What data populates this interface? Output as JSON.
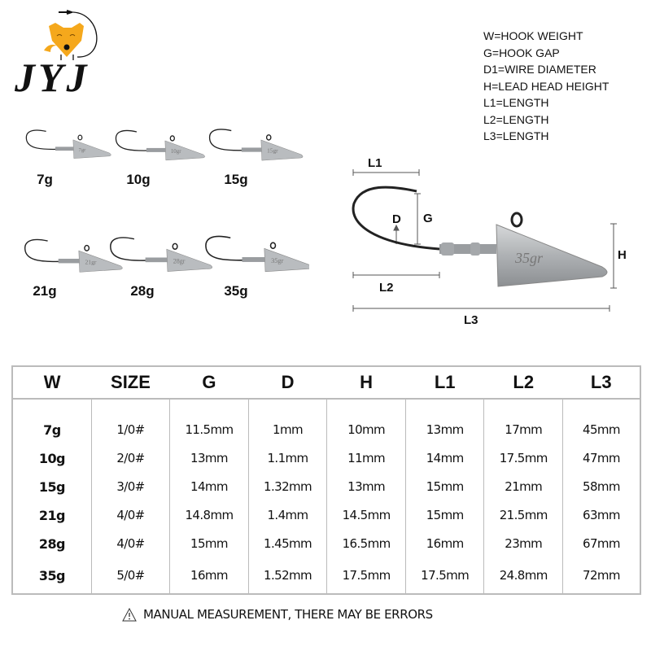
{
  "brand": {
    "logo_text": "JYJ"
  },
  "legend": [
    "W=HOOK WEIGHT",
    "G=HOOK GAP",
    "D1=WIRE DIAMETER",
    "H=LEAD HEAD HEIGHT",
    "L1=LENGTH",
    "L2=LENGTH",
    "L3=LENGTH"
  ],
  "products": [
    {
      "weight": "7g",
      "stamp": "7gr"
    },
    {
      "weight": "10g",
      "stamp": "10gr"
    },
    {
      "weight": "15g",
      "stamp": "15gr"
    },
    {
      "weight": "21g",
      "stamp": "21gr"
    },
    {
      "weight": "28g",
      "stamp": "28gr"
    },
    {
      "weight": "35g",
      "stamp": "35gr"
    }
  ],
  "diagram": {
    "stamp": "35gr",
    "labels": {
      "L1": "L1",
      "D": "D",
      "G": "G",
      "H": "H",
      "L2": "L2",
      "L3": "L3"
    }
  },
  "table": {
    "headers": [
      "W",
      "SIZE",
      "G",
      "D",
      "H",
      "L1",
      "L2",
      "L3"
    ],
    "columns": [
      [
        "7g",
        "10g",
        "15g",
        "21g",
        "28g",
        "35g"
      ],
      [
        "1/0#",
        "2/0#",
        "3/0#",
        "4/0#",
        "4/0#",
        "5/0#"
      ],
      [
        "11.5mm",
        "13mm",
        "14mm",
        "14.8mm",
        "15mm",
        "16mm"
      ],
      [
        "1mm",
        "1.1mm",
        "1.32mm",
        "1.4mm",
        "1.45mm",
        "1.52mm"
      ],
      [
        "10mm",
        "11mm",
        "13mm",
        "14.5mm",
        "16.5mm",
        "17.5mm"
      ],
      [
        "13mm",
        "14mm",
        "15mm",
        "15mm",
        "16mm",
        "17.5mm"
      ],
      [
        "17mm",
        "17.5mm",
        "21mm",
        "21.5mm",
        "23mm",
        "24.8mm"
      ],
      [
        "45mm",
        "47mm",
        "58mm",
        "63mm",
        "67mm",
        "72mm"
      ]
    ]
  },
  "warning": "MANUAL MEASUREMENT, THERE MAY BE ERRORS",
  "colors": {
    "fox": "#f5a81c",
    "lead": "#b9bcbf",
    "border": "#bbbbbb"
  }
}
